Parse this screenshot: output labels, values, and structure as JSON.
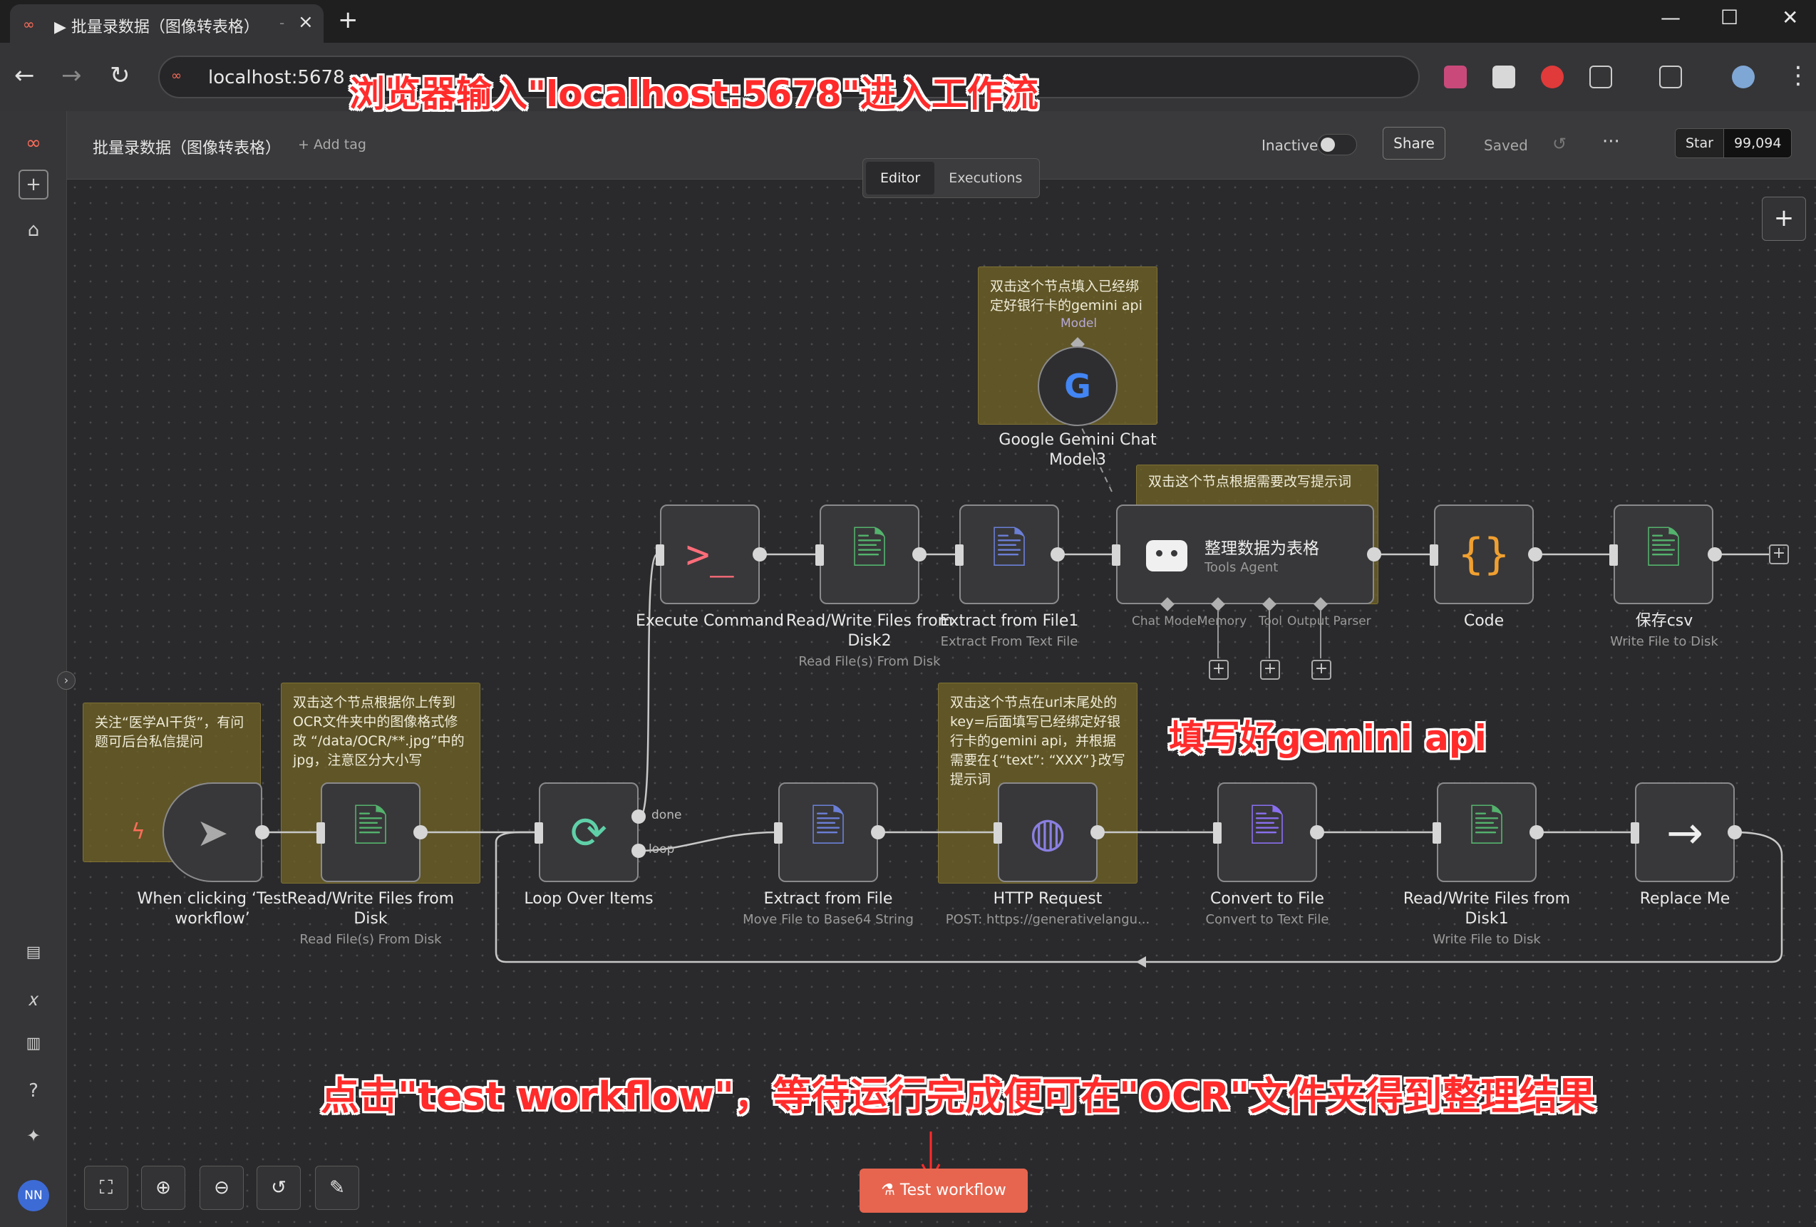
{
  "browser": {
    "tab_title": "▶ 批量录数据（图像转表格）",
    "tab_sep": "-",
    "url": "localhost:5678"
  },
  "workflow": {
    "name": "批量录数据（图像转表格）",
    "add_tag": "+ Add tag",
    "status_label": "Inactive",
    "share_label": "Share",
    "saved_label": "Saved",
    "github_star": "Star",
    "github_count": "99,094",
    "tab_editor": "Editor",
    "tab_executions": "Executions",
    "test_button": "Test workflow"
  },
  "sidebar": {
    "avatar": "NN"
  },
  "stickies": {
    "gemini": "双击这个节点填入已经绑定好银行卡的gemini api",
    "prompt": "双击这个节点根据需要改写提示词",
    "follow": "关注“医学AI干货”，有问题可后台私信提问",
    "path": "双击这个节点根据你上传到OCR文件夹中的图像格式修改 “/data/OCR/**.jpg”中的jpg，注意区分大小写",
    "http": "双击这个节点在url末尾处的key=后面填写已经绑定好银行卡的gemini api，并根据需要在{“text”: “XXX”}改写提示词"
  },
  "nodes": {
    "gemini": {
      "label": "Google Gemini Chat Model3",
      "port": "Model"
    },
    "exec": {
      "label": "Execute Command"
    },
    "rw2": {
      "label": "Read/Write Files from Disk2",
      "sub": "Read File(s) From Disk"
    },
    "extract1": {
      "label": "Extract from File1",
      "sub": "Extract From Text File"
    },
    "agent": {
      "label": "整理数据为表格",
      "sub": "Tools Agent",
      "chat_model": "Chat Model",
      "memory": "Memory",
      "tool": "Tool",
      "output_parser": "Output Parser"
    },
    "code": {
      "label": "Code"
    },
    "savecsv": {
      "label": "保存csv",
      "sub": "Write File to Disk"
    },
    "trigger": {
      "label": "When clicking ‘Test workflow’"
    },
    "rw": {
      "label": "Read/Write Files from Disk",
      "sub": "Read File(s) From Disk"
    },
    "loop": {
      "label": "Loop Over Items",
      "done": "done",
      "loop": "loop"
    },
    "extract": {
      "label": "Extract from File",
      "sub": "Move File to Base64 String"
    },
    "http": {
      "label": "HTTP Request",
      "sub": "POST: https://generativelangu..."
    },
    "convert": {
      "label": "Convert to File",
      "sub": "Convert to Text File"
    },
    "rw1": {
      "label": "Read/Write Files from Disk1",
      "sub": "Write File to Disk"
    },
    "replace": {
      "label": "Replace Me"
    }
  },
  "annotations": {
    "top": "浏览器输入\"localhost:5678\"进入工作流",
    "mid": "填写好gemini api",
    "bottom": "点击\"test workflow\"，等待运行完成便可在\"OCR\"文件夹得到整理结果"
  },
  "colors": {
    "brand": "#ff6d5a",
    "test_button": "#e7654f",
    "annotation": "#ff2b2b",
    "sticky": "#6e6226"
  }
}
